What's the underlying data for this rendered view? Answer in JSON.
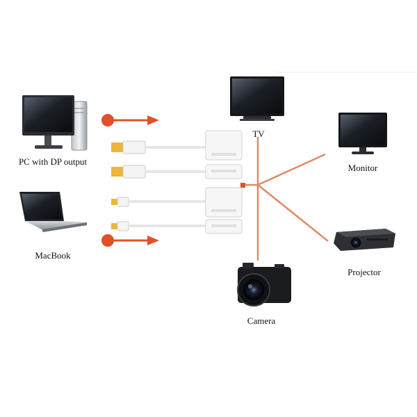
{
  "labels": {
    "pc": "PC with DP output",
    "macbook": "MacBook",
    "tv": "TV",
    "monitor": "Monitor",
    "projector": "Projector",
    "camera": "Camera"
  },
  "colors": {
    "accent": "#e0512a",
    "line": "#e08a63",
    "dp_gold": "#f0b43a",
    "cable": "#e9e9e9",
    "device_dark": "#1c1c1c"
  }
}
